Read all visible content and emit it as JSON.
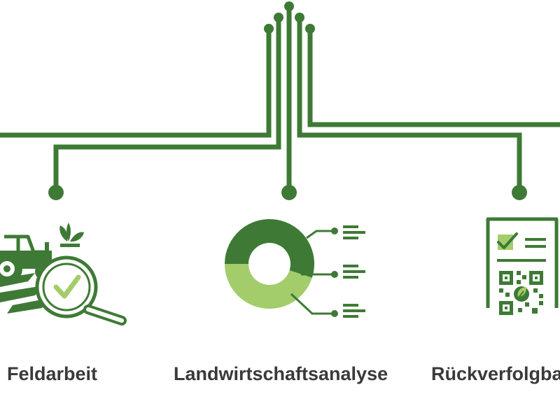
{
  "colors": {
    "dark_green": "#3e7a35",
    "light_green": "#a3cd6a",
    "text": "#3a3a3a",
    "background": "#ffffff"
  },
  "sections": [
    {
      "label": "Feldarbeit",
      "icon": "tractor-magnifier-check-icon"
    },
    {
      "label": "Landwirtschaftsanalyse",
      "icon": "donut-chart-icon"
    },
    {
      "label": "Rückverfolgbarkeit",
      "icon": "document-qr-code-icon"
    }
  ],
  "donut": {
    "segments": [
      0.55,
      0.45
    ]
  }
}
